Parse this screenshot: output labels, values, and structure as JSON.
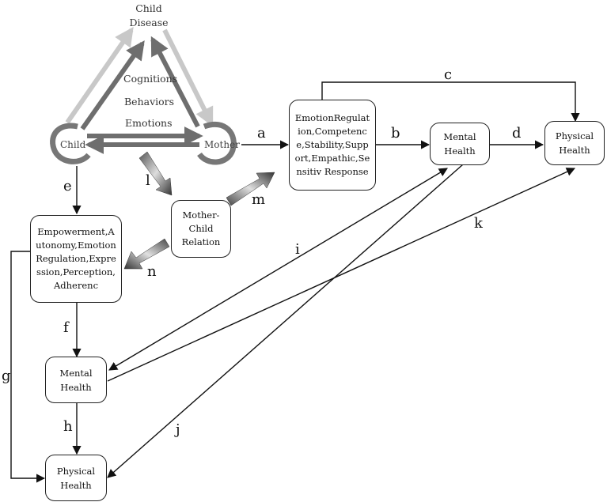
{
  "triangle": {
    "top_node": [
      "Child",
      "Disease"
    ],
    "left_node": "Child",
    "right_node": "Mother",
    "inner_labels": [
      "Cognitions",
      "Behaviors",
      "Emotions"
    ]
  },
  "boxes": {
    "mother_traits": "EmotionRegulation,Competence,Stability,Support,Empathic,Sensitiv Response",
    "mother_mental": [
      "Mental",
      "Health"
    ],
    "mother_physical": [
      "Physical",
      "Health"
    ],
    "relation": [
      "Mother-",
      "Child",
      "Relation"
    ],
    "child_traits": "Empowerment,Autonomy,EmotionRegulation,Expression,Perception,Adherenc",
    "child_mental": [
      "Mental",
      "Health"
    ],
    "child_physical": [
      "Physical",
      "Health"
    ]
  },
  "paths": {
    "a": "a",
    "b": "b",
    "c": "c",
    "d": "d",
    "e": "e",
    "f": "f",
    "g": "g",
    "h": "h",
    "i": "i",
    "j": "j",
    "k": "k",
    "l": "l",
    "m": "m",
    "n": "n"
  },
  "colors": {
    "line": "#111111",
    "triangle_dark": "#6e6e6e",
    "triangle_light": "#c8c8c8",
    "box_border": "#222222"
  }
}
